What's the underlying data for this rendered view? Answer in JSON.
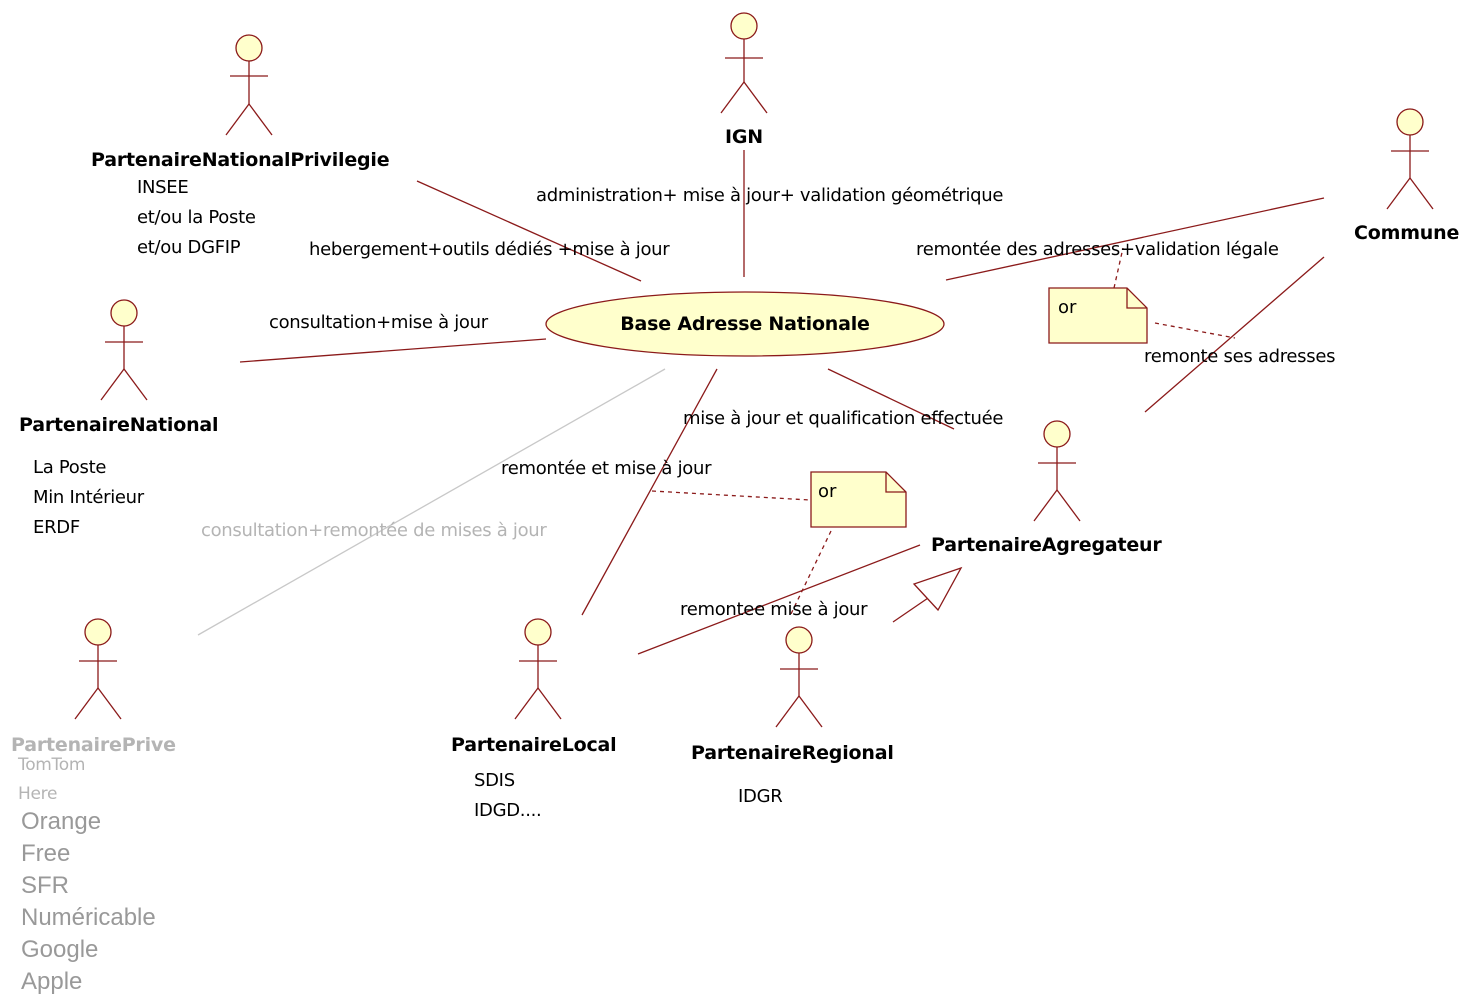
{
  "use_case": {
    "label": "Base Adresse Nationale"
  },
  "actors": {
    "ign": {
      "name": "IGN"
    },
    "commune": {
      "name": "Commune"
    },
    "partenaire_national_privilegie": {
      "name": "PartenaireNationalPrivilegie",
      "members": [
        "INSEE",
        "et/ou la Poste",
        "et/ou DGFIP"
      ]
    },
    "partenaire_national": {
      "name": "PartenaireNational",
      "members": [
        "La Poste",
        "Min Intérieur",
        "ERDF"
      ]
    },
    "partenaire_prive": {
      "name": "PartenairePrive",
      "members_small": [
        "TomTom",
        "Here"
      ],
      "members": [
        "Orange",
        "Free",
        "SFR",
        "Numéricable",
        "Google",
        "Apple"
      ]
    },
    "partenaire_local": {
      "name": "PartenaireLocal",
      "members": [
        "SDIS",
        "IDGD...."
      ]
    },
    "partenaire_regional": {
      "name": "PartenaireRegional",
      "members": [
        "IDGR"
      ]
    },
    "partenaire_agregateur": {
      "name": "PartenaireAgregateur"
    }
  },
  "associations": {
    "ign": "administration+ mise à jour+ validation géométrique",
    "privilegie": "hebergement+outils dédiés +mise à jour",
    "national": "consultation+mise à jour",
    "commune": "remontée des adresses+validation légale",
    "commune_agregateur": "remonte ses adresses",
    "agregateur": "mise à jour et qualification effectuée",
    "local": "remontée et mise à jour",
    "prive": "consultation+remontée de mises à jour",
    "local_agregateur": "remontee mise à jour"
  },
  "notes": {
    "note1": "or",
    "note2": "or"
  },
  "colors": {
    "line": "#8b1a1a",
    "fill": "#ffffcc",
    "faint_line": "#c8c8c8",
    "faint_text": "#b4b4b4",
    "apps_text": "#999999"
  }
}
